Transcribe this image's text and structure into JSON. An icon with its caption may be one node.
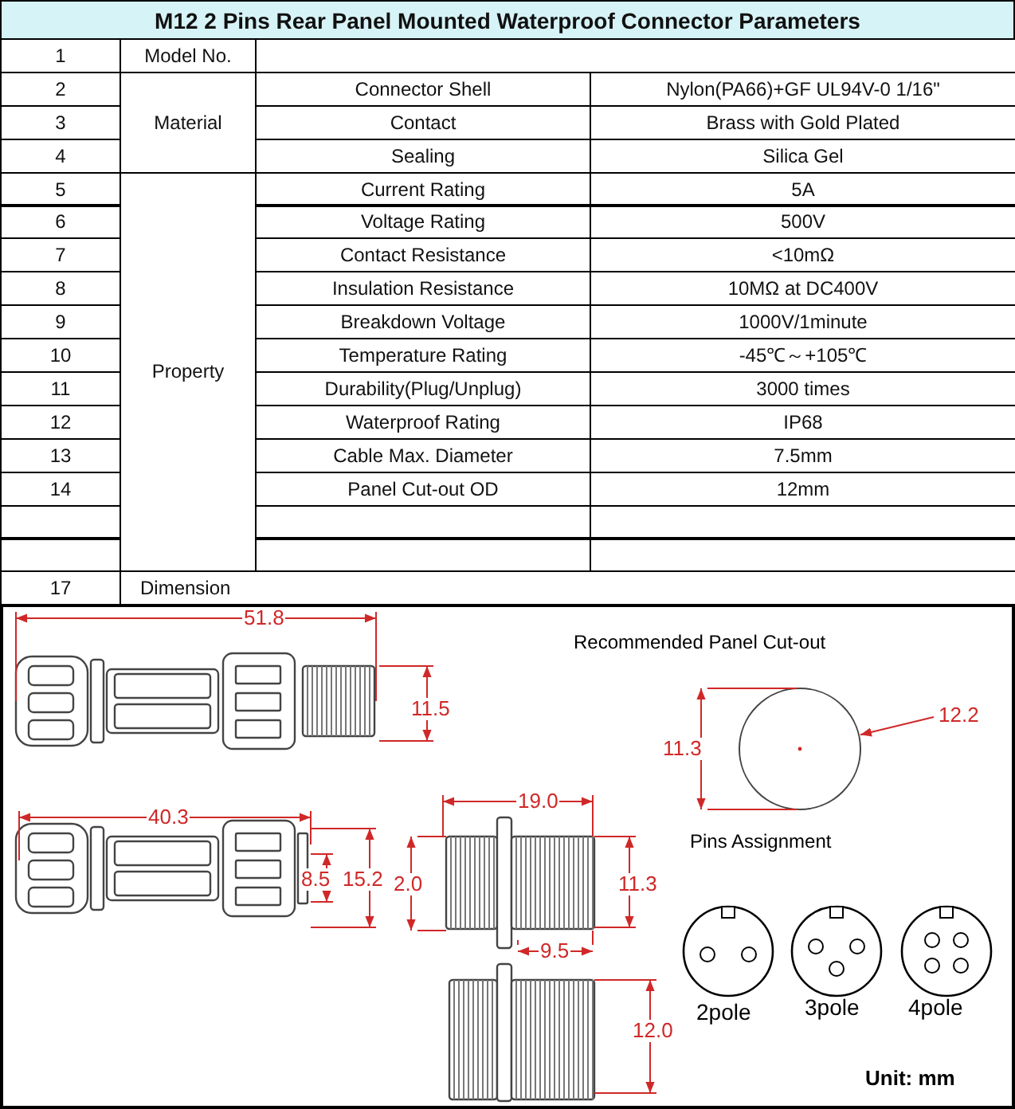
{
  "diagram": {
    "nodes": [
      {
        "text": [
          "12.2"
        ]
      },
      {
        "text": [],
        "shape": "circle"
      }
    ],
    "edges": [
      {
        "from": 0,
        "to": 1,
        "arrow": "to"
      }
    ],
    "title": "M12  2 Pins Rear Panel Mounted Waterproof Connector Parameters",
    "labels": [
      "1",
      "Model No.",
      "2",
      "Material",
      "Connector Shell",
      "Nylon(PA66)+GF UL94V-0 1/16\"",
      "3",
      "Contact",
      "Brass with Gold Plated",
      "4",
      "Sealing",
      "Silica Gel",
      "5",
      "Property",
      "Current Rating",
      "5A",
      "6",
      "Voltage Rating",
      "500V",
      "7",
      "Contact Resistance",
      "<10mΩ",
      "8",
      "Insulation Resistance",
      "10MΩ at DC400V",
      "9",
      "Breakdown Voltage",
      "1000V/1minute",
      "10",
      "Temperature Rating",
      "-45℃～+105℃",
      "11",
      "Durability(Plug/Unplug)",
      "3000 times",
      "12",
      "Waterproof Rating",
      "IP68",
      "13",
      "Cable Max. Diameter",
      "7.5mm",
      "14",
      "Panel Cut-out OD",
      "12mm",
      "17",
      "Dimension",
      "51.8",
      "11.5",
      "Recommended Panel Cut-out",
      "11.3",
      "40.3",
      "8.5",
      "15.2",
      "19.0",
      "2.0",
      "11.3",
      "9.5",
      "Pins Assignment",
      "12.0",
      "2pole",
      "3pole",
      "4pole",
      "Unit: mm"
    ]
  }
}
